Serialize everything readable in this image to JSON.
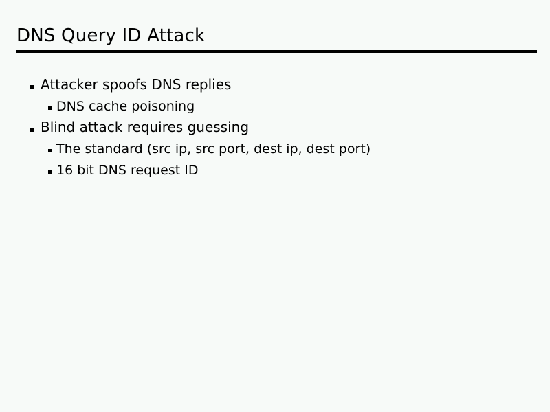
{
  "slide": {
    "title": "DNS Query ID Attack",
    "colors": {
      "background": "#f7faf8",
      "text": "#000000",
      "rule": "#000000"
    },
    "bullets": [
      {
        "level": 1,
        "text": "Attacker spoofs DNS replies"
      },
      {
        "level": 2,
        "text": "DNS cache poisoning"
      },
      {
        "level": 1,
        "text": "Blind attack requires guessing"
      },
      {
        "level": 2,
        "text": "The standard (src ip, src port, dest ip, dest port)"
      },
      {
        "level": 2,
        "text": "16 bit DNS request ID"
      }
    ]
  }
}
